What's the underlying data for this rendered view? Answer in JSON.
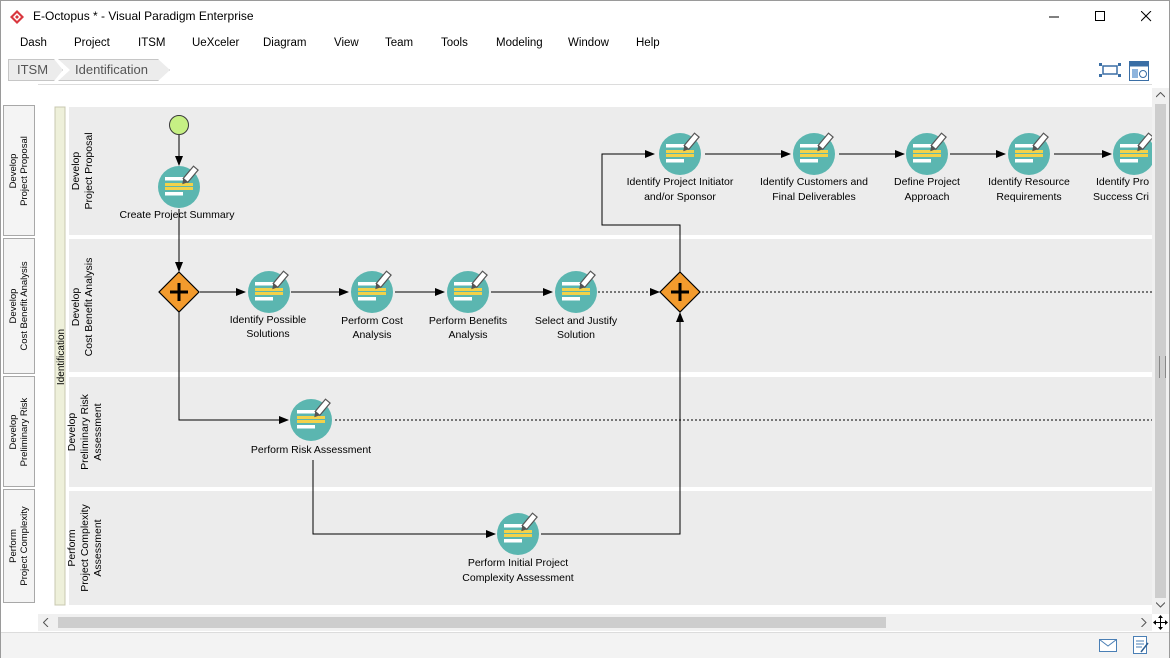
{
  "window": {
    "title": "E-Octopus * - Visual Paradigm Enterprise",
    "logo_icon": "visual-paradigm-logo",
    "controls": [
      "minimize-icon",
      "maximize-icon",
      "close-icon"
    ]
  },
  "menu": [
    "Dash",
    "Project",
    "ITSM",
    "UeXceler",
    "Diagram",
    "View",
    "Team",
    "Tools",
    "Modeling",
    "Window",
    "Help"
  ],
  "breadcrumb": [
    "ITSM",
    "Identification"
  ],
  "toolbar_icons": [
    "fit-diagram-icon",
    "diagram-navigator-icon"
  ],
  "side_tabs": [
    "Develop\nProject Proposal",
    "Develop\nCost Benefit Analysis",
    "Develop\nPreliminary Risk",
    "Perform\nProject Complexity"
  ],
  "pool": {
    "label": "Identification",
    "lanes": [
      "Develop\nProject Proposal",
      "Develop\nCost Benefit Analysis",
      "Develop\nPreliminary Risk\nAssessment",
      "Perform\nProject Complexity\nAssessment"
    ]
  },
  "tasks": [
    {
      "id": "t1",
      "label": "Create Project Summary"
    },
    {
      "id": "t2",
      "label": "Identify Possible\nSolutions"
    },
    {
      "id": "t3",
      "label": "Perform Cost\nAnalysis"
    },
    {
      "id": "t4",
      "label": "Perform Benefits\nAnalysis"
    },
    {
      "id": "t5",
      "label": "Select and Justify\nSolution"
    },
    {
      "id": "t6",
      "label": "Perform Risk Assessment"
    },
    {
      "id": "t7",
      "label": "Perform Initial Project\nComplexity Assessment"
    },
    {
      "id": "t8",
      "label": "Identify Project Initiator\nand/or Sponsor"
    },
    {
      "id": "t9",
      "label": "Identify Customers and\nFinal Deliverables"
    },
    {
      "id": "t10",
      "label": "Define Project\nApproach"
    },
    {
      "id": "t11",
      "label": "Identify Resource\nRequirements"
    },
    {
      "id": "t12",
      "label": "Identify Pro\nSuccess Cri"
    }
  ],
  "gateways": [
    "parallel-gateway-split",
    "parallel-gateway-join"
  ],
  "start_event": "start-event",
  "colors": {
    "task_teal": "#5bb6b0",
    "gateway_orange": "#f39b2d",
    "start_green": "#c6f084",
    "lane_bg": "#ececec",
    "pool_label_bg": "#eef0da"
  },
  "status_icons": [
    "mail-icon",
    "document-icon"
  ]
}
